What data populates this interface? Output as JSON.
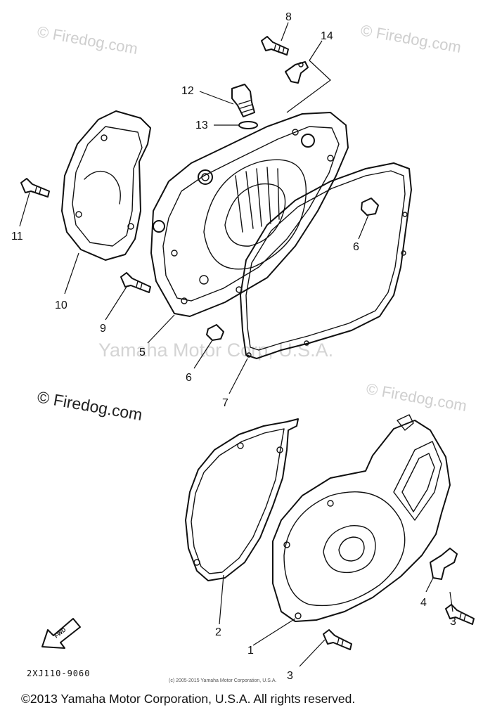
{
  "watermarks": {
    "site": "© Firedog.com",
    "maker": "Yamaha Motor Corp, U.S.A."
  },
  "callouts": [
    {
      "id": "8",
      "label": "8"
    },
    {
      "id": "14",
      "label": "14"
    },
    {
      "id": "12",
      "label": "12"
    },
    {
      "id": "13",
      "label": "13"
    },
    {
      "id": "11",
      "label": "11"
    },
    {
      "id": "10",
      "label": "10"
    },
    {
      "id": "6a",
      "label": "6"
    },
    {
      "id": "9",
      "label": "9"
    },
    {
      "id": "5",
      "label": "5"
    },
    {
      "id": "6b",
      "label": "6"
    },
    {
      "id": "7",
      "label": "7"
    },
    {
      "id": "2",
      "label": "2"
    },
    {
      "id": "1",
      "label": "1"
    },
    {
      "id": "4",
      "label": "4"
    },
    {
      "id": "3a",
      "label": "3"
    },
    {
      "id": "3b",
      "label": "3"
    }
  ],
  "fwd_label": "FWD",
  "diagram_code": "2XJ110-9060",
  "small_copyright": "(c) 2005-2015 Yamaha Motor Corporation, U.S.A.",
  "footer_copyright": "©2013 Yamaha Motor Corporation, U.S.A. All rights reserved."
}
